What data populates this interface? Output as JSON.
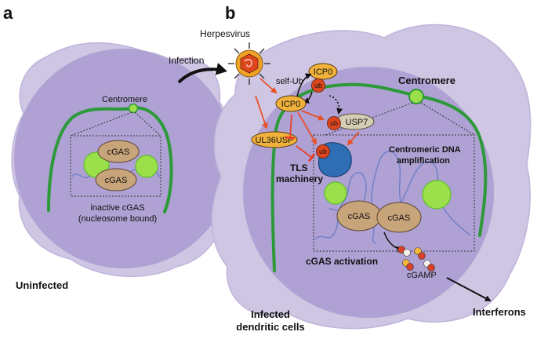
{
  "colors": {
    "cell": "#cfc6e3",
    "cell_edge": "#bfb3da",
    "nucleus": "#a99ad0",
    "chromatin": "#2d9a3a",
    "cgas": "#c8a47a",
    "icp0": "#f0b23a",
    "ub": "#e0461e",
    "usp7": "#d6cdb5",
    "tls": "#2f6db4",
    "arrow": "#e8502a",
    "inhibit": "#e8402a",
    "nucleosome": "#9be04a",
    "virus_capsid": "#f0a228",
    "virus_core": "#e0461e",
    "dna": "#6f7fc6",
    "cgamp_red": "#d8402a",
    "cgamp_yellow": "#f1b83a",
    "cgamp_white": "#f4f1ea"
  },
  "panel_a": {
    "label": "a",
    "centromere": "Centromere",
    "cgas_top": "cGAS",
    "cgas_bottom": "cGAS",
    "caption_line1": "inactive cGAS",
    "caption_line2": "(nucleosome bound)",
    "state": "Uninfected"
  },
  "panel_b": {
    "label": "b",
    "virus": "Herpesvirus",
    "infection": "Infection",
    "self_ub": "self-Ub",
    "icp0_top": "ICP0",
    "icp0_mid": "ICP0",
    "ub_1": "ub",
    "ub_2": "ub",
    "ub_3": "ub",
    "usp7": "USP7",
    "ul36usp": "UL36USP",
    "tls_line1": "TLS",
    "tls_line2": "machinery",
    "centromere": "Centromere",
    "amp_line1": "Centromeric DNA",
    "amp_line2": "amplification",
    "cgas_left": "cGAS",
    "cgas_right": "cGAS",
    "activation": "cGAS activation",
    "cgamp": "cGAMP",
    "cells_line1": "Infected",
    "cells_line2": "dendritic cells",
    "interferons": "Interferons"
  }
}
